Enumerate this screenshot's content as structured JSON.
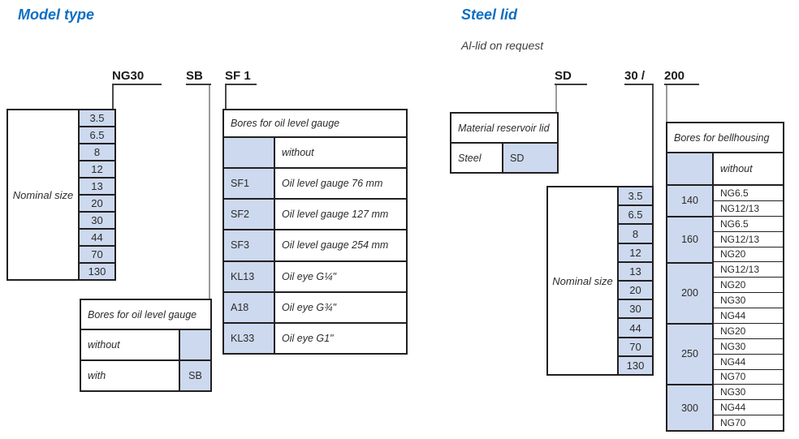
{
  "palette": {
    "heading_blue": "#0e6fc1",
    "cell_blue": "#cdd9ee",
    "border_dark": "#231f20",
    "connector_gray": "#9a9a9a"
  },
  "left_section": {
    "title": "Model type",
    "code_labels": [
      "NG30",
      "SB",
      "SF 1"
    ],
    "nominal_size_label": "Nominal size",
    "nominal_sizes": [
      "3.5",
      "6.5",
      "8",
      "12",
      "13",
      "20",
      "30",
      "44",
      "70",
      "130"
    ],
    "sb_table": {
      "header": "Bores for oil level gauge",
      "rows": [
        {
          "label": "without",
          "code": ""
        },
        {
          "label": "with",
          "code": "SB"
        }
      ]
    },
    "sf_table": {
      "header": "Bores for oil level gauge",
      "rows": [
        {
          "code": "",
          "desc": "without"
        },
        {
          "code": "SF1",
          "desc": "Oil level gauge 76 mm"
        },
        {
          "code": "SF2",
          "desc": "Oil level gauge 127 mm"
        },
        {
          "code": "SF3",
          "desc": "Oil level gauge 254 mm"
        },
        {
          "code": "KL13",
          "desc": "Oil eye G¼\""
        },
        {
          "code": "A18",
          "desc": "Oil eye G¾\""
        },
        {
          "code": "KL33",
          "desc": "Oil eye G1\""
        }
      ]
    }
  },
  "right_section": {
    "title": "Steel lid",
    "subtitle": "Al-lid on request",
    "code_labels": [
      "SD",
      "30 /",
      "200"
    ],
    "material_table": {
      "header": "Material reservoir lid",
      "rows": [
        {
          "label": "Steel",
          "code": "SD"
        }
      ]
    },
    "nominal_size_label": "Nominal size",
    "nominal_sizes": [
      "3.5",
      "6.5",
      "8",
      "12",
      "13",
      "20",
      "30",
      "44",
      "70",
      "130"
    ],
    "bellhousing_table": {
      "header": "Bores for bellhousing",
      "without_label": "without",
      "groups": [
        {
          "size": "140",
          "models": [
            "NG6.5",
            "NG12/13"
          ]
        },
        {
          "size": "160",
          "models": [
            "NG6.5",
            "NG12/13",
            "NG20"
          ]
        },
        {
          "size": "200",
          "models": [
            "NG12/13",
            "NG20",
            "NG30",
            "NG44"
          ]
        },
        {
          "size": "250",
          "models": [
            "NG20",
            "NG30",
            "NG44",
            "NG70"
          ]
        },
        {
          "size": "300",
          "models": [
            "NG30",
            "NG44",
            "NG70"
          ]
        }
      ]
    }
  }
}
